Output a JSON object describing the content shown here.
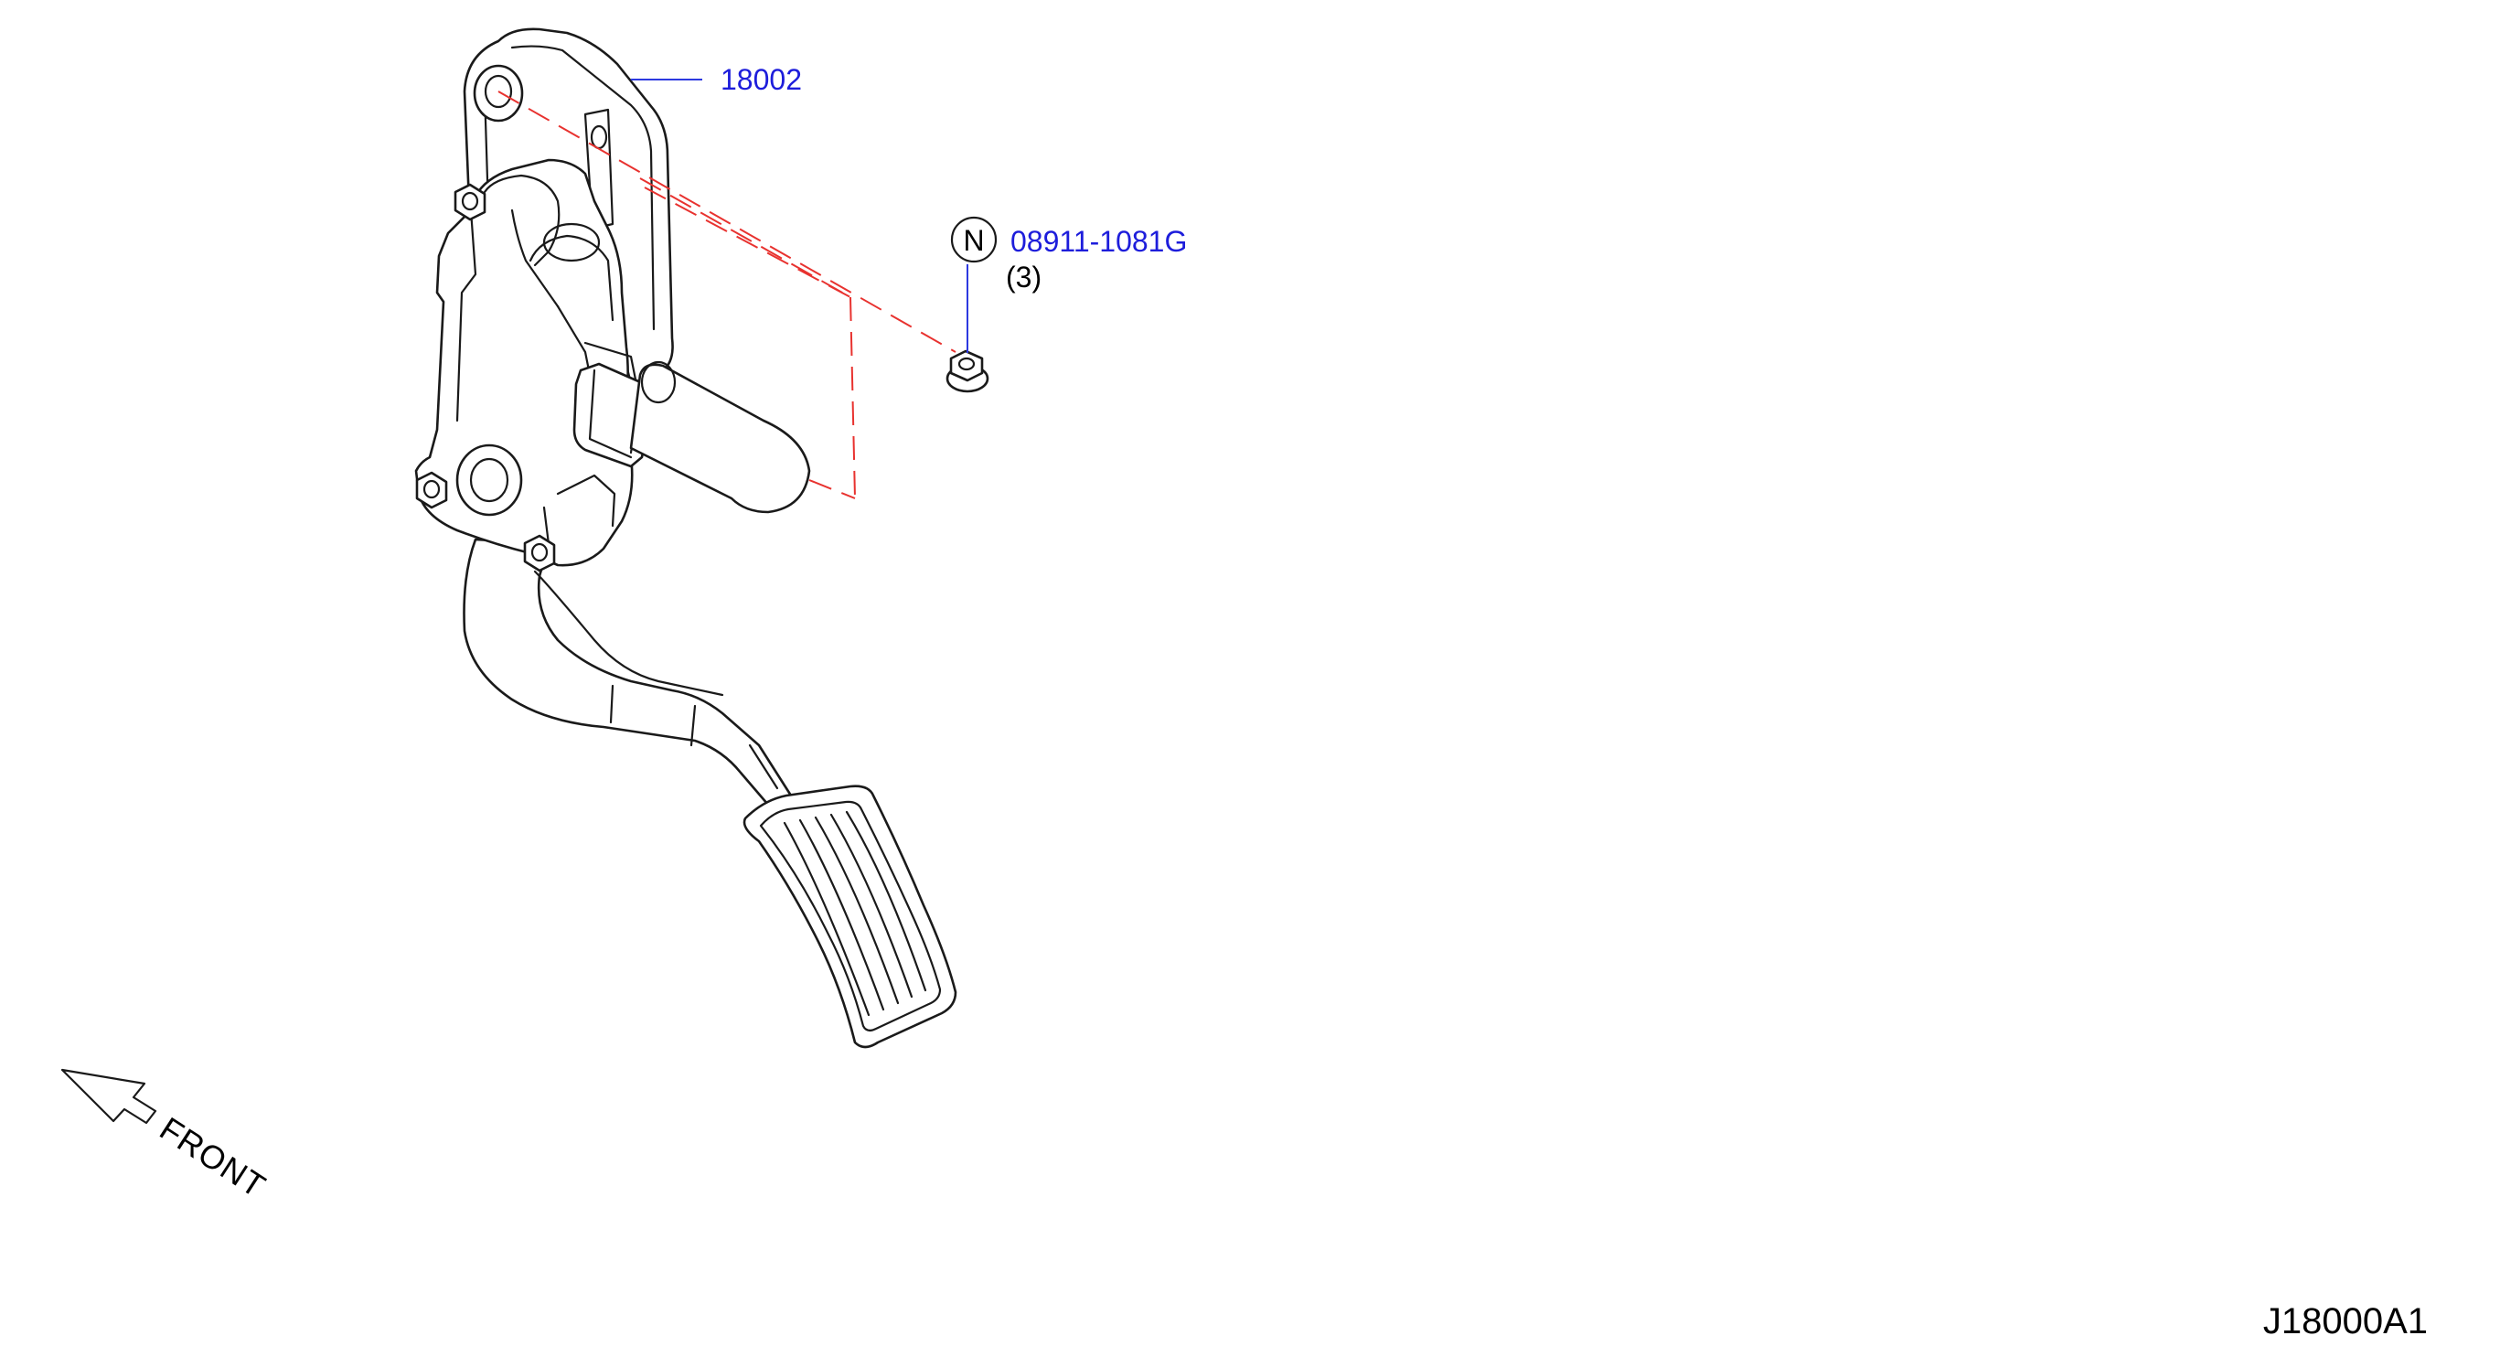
{
  "colors": {
    "callout": "#1d1ddb",
    "text": "#000000",
    "line": "#1a1a1a",
    "phantom": "#e8322f"
  },
  "callouts": {
    "pedal_assembly": {
      "part_no": "18002"
    },
    "nut": {
      "marker": "N",
      "part_no": "08911-1081G",
      "qty": "(3)"
    }
  },
  "direction": {
    "label": "FRONT",
    "icon": "front-arrow-icon"
  },
  "diagram_code": "J18000A1"
}
